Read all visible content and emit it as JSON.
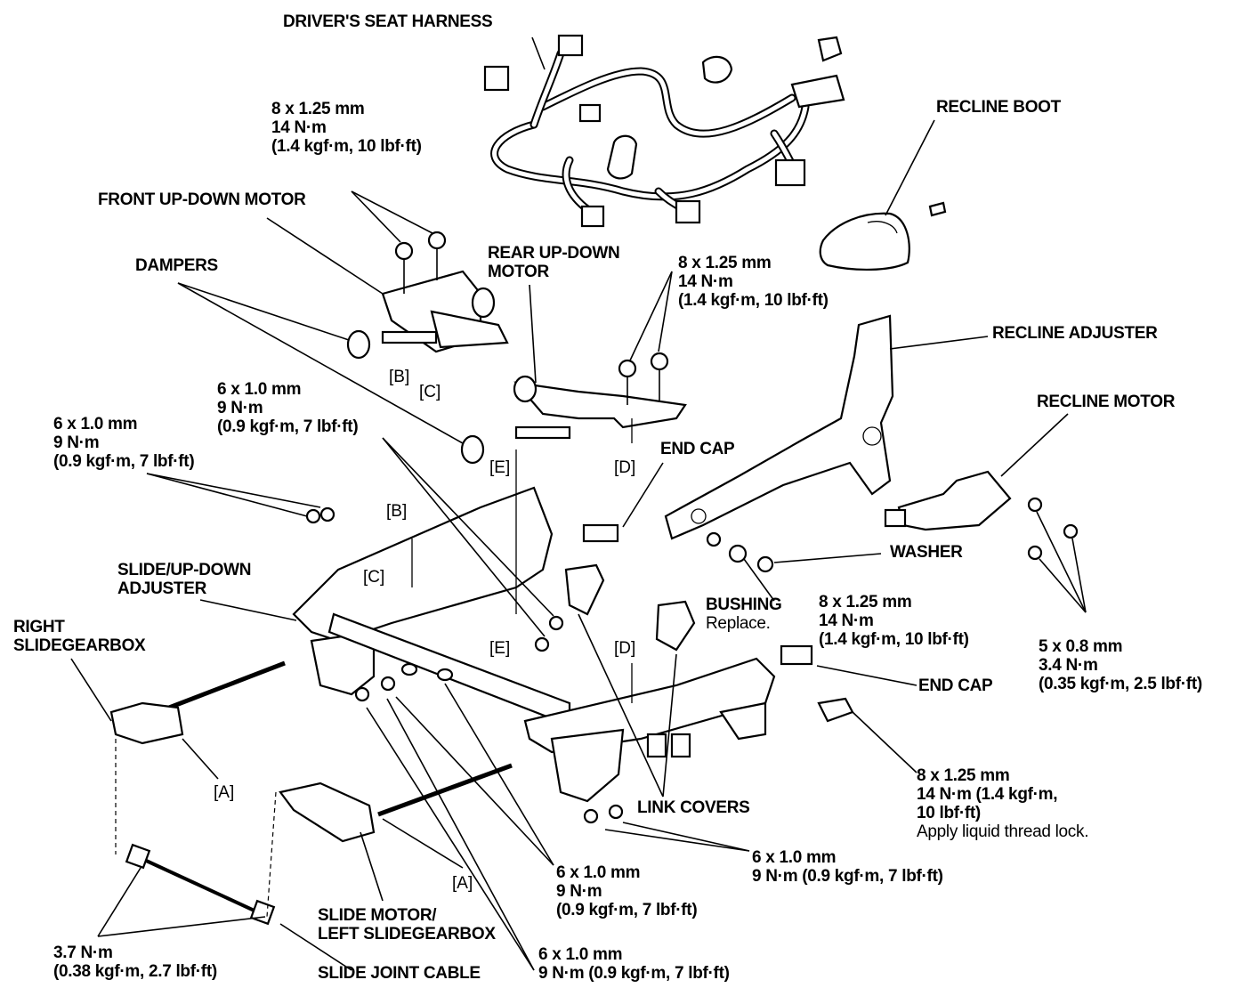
{
  "labels": {
    "drivers_seat_harness": "DRIVER'S SEAT HARNESS",
    "bolt_front_motor": [
      "8 x 1.25 mm",
      "14 N·m",
      "(1.4 kgf·m, 10 lbf·ft)"
    ],
    "front_up_down_motor": "FRONT UP-DOWN  MOTOR",
    "dampers": "DAMPERS",
    "rear_up_down_motor": [
      "REAR UP-DOWN",
      "MOTOR"
    ],
    "bolt_rear_motor": [
      "8 x 1.25 mm",
      "14 N·m",
      "(1.4 kgf·m, 10 lbf·ft)"
    ],
    "recline_boot": "RECLINE BOOT",
    "recline_adjuster": "RECLINE ADJUSTER",
    "recline_motor": "RECLINE MOTOR",
    "bolt_center_6": [
      "6 x 1.0 mm",
      "9 N·m",
      "(0.9 kgf·m, 7 lbf·ft)"
    ],
    "bolt_left_6": [
      "6 x 1.0 mm",
      "9 N·m",
      "(0.9 kgf·m, 7 lbf·ft)"
    ],
    "end_cap_top": "END CAP",
    "washer": "WASHER",
    "slide_up_down_adjuster": [
      "SLIDE/UP-DOWN",
      "ADJUSTER"
    ],
    "right_slidegearbox": [
      "RIGHT",
      "SLIDEGEARBOX"
    ],
    "bushing": "BUSHING",
    "bushing_note": "Replace.",
    "bolt_bushing": [
      "8 x 1.25 mm",
      "14 N·m",
      "(1.4 kgf·m, 10 lbf·ft)"
    ],
    "bolt_recline_motor": [
      "5 x 0.8 mm",
      "3.4 N·m",
      "(0.35 kgf·m, 2.5 lbf·ft)"
    ],
    "end_cap_right": "END CAP",
    "bolt_right_8": [
      "8 x 1.25 mm",
      "14 N·m (1.4 kgf·m,",
      "10 lbf·ft)"
    ],
    "bolt_right_8_note": "Apply liquid thread lock.",
    "link_covers": "LINK COVERS",
    "bolt_bottom_6": [
      "6 x 1.0 mm",
      "9 N·m (0.9 kgf·m, 7 lbf·ft)"
    ],
    "bolt_mid_6": [
      "6 x 1.0 mm",
      "9 N·m",
      "(0.9 kgf·m, 7 lbf·ft)"
    ],
    "slide_motor": [
      "SLIDE MOTOR/",
      "LEFT SLIDEGEARBOX"
    ],
    "bolt_lowest_6": [
      "6 x 1.0 mm",
      "9 N·m (0.9 kgf·m, 7 lbf·ft)"
    ],
    "torque_cable": [
      "3.7 N·m",
      "(0.38 kgf·m, 2.7 lbf·ft)"
    ],
    "slide_joint_cable": "SLIDE JOINT CABLE"
  },
  "refs": {
    "A": "[A]",
    "B": "[B]",
    "C": "[C]",
    "D": "[D]",
    "E": "[E]"
  }
}
